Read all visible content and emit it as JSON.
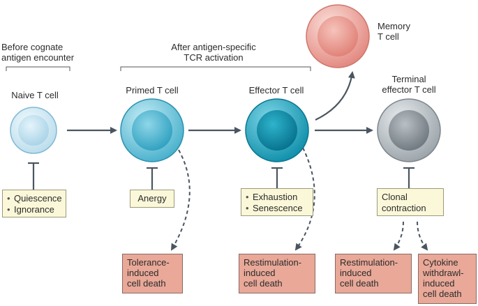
{
  "headers": {
    "before": [
      "Before cognate",
      "antigen encounter"
    ],
    "after": [
      "After antigen-specific",
      "TCR activation"
    ]
  },
  "cells": {
    "naive": {
      "label": "Naive T cell"
    },
    "primed": {
      "label": "Primed T cell"
    },
    "effector": {
      "label": "Effector T cell"
    },
    "memory": {
      "label_lines": [
        "Memory",
        "T cell"
      ]
    },
    "terminal": {
      "label_lines": [
        "Terminal",
        "effector T cell"
      ]
    }
  },
  "states": {
    "naive": [
      "Quiescence",
      "Ignorance"
    ],
    "primed": "Anergy",
    "effector": [
      "Exhaustion",
      "Senescence"
    ],
    "terminal": [
      "Clonal",
      "contraction"
    ]
  },
  "deaths": {
    "tolerance": [
      "Tolerance-",
      "induced",
      "cell death"
    ],
    "restim_effector": [
      "Restimulation-",
      "induced",
      "cell death"
    ],
    "restim_terminal": [
      "Restimulation-",
      "induced",
      "cell death"
    ],
    "cytokine": [
      "Cytokine",
      "withdrawl-",
      "induced",
      "cell death"
    ]
  },
  "colors": {
    "naive": "#bfe0ef",
    "primed": "#4fb6cf",
    "effector": "#1497b2",
    "memory": "#e58f86",
    "terminal": "#9aa2a8",
    "arrow": "#4a5560",
    "state_box": "#fbf8d9",
    "death_box": "#e9a898"
  }
}
